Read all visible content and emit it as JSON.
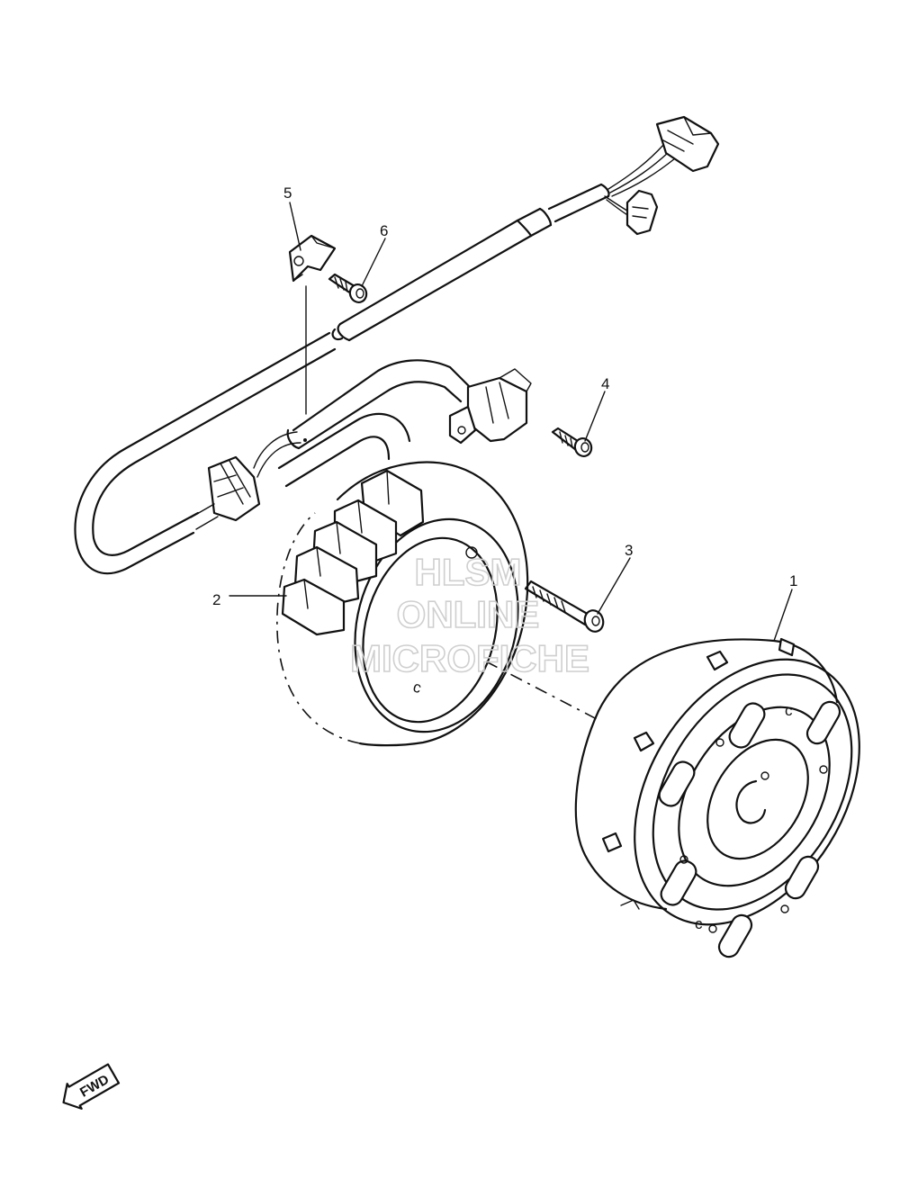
{
  "callouts": [
    {
      "id": "1",
      "label": "1"
    },
    {
      "id": "2",
      "label": "2"
    },
    {
      "id": "3",
      "label": "3"
    },
    {
      "id": "4",
      "label": "4"
    },
    {
      "id": "5",
      "label": "5"
    },
    {
      "id": "6",
      "label": "6"
    }
  ],
  "watermark": {
    "line1": "HLSM",
    "line2": "ONLINE",
    "line3": "MICROFICHE"
  },
  "direction_badge": {
    "text": "FWD"
  },
  "colors": {
    "line": "#111111",
    "watermark": "#cfcfcf",
    "background": "#ffffff"
  }
}
